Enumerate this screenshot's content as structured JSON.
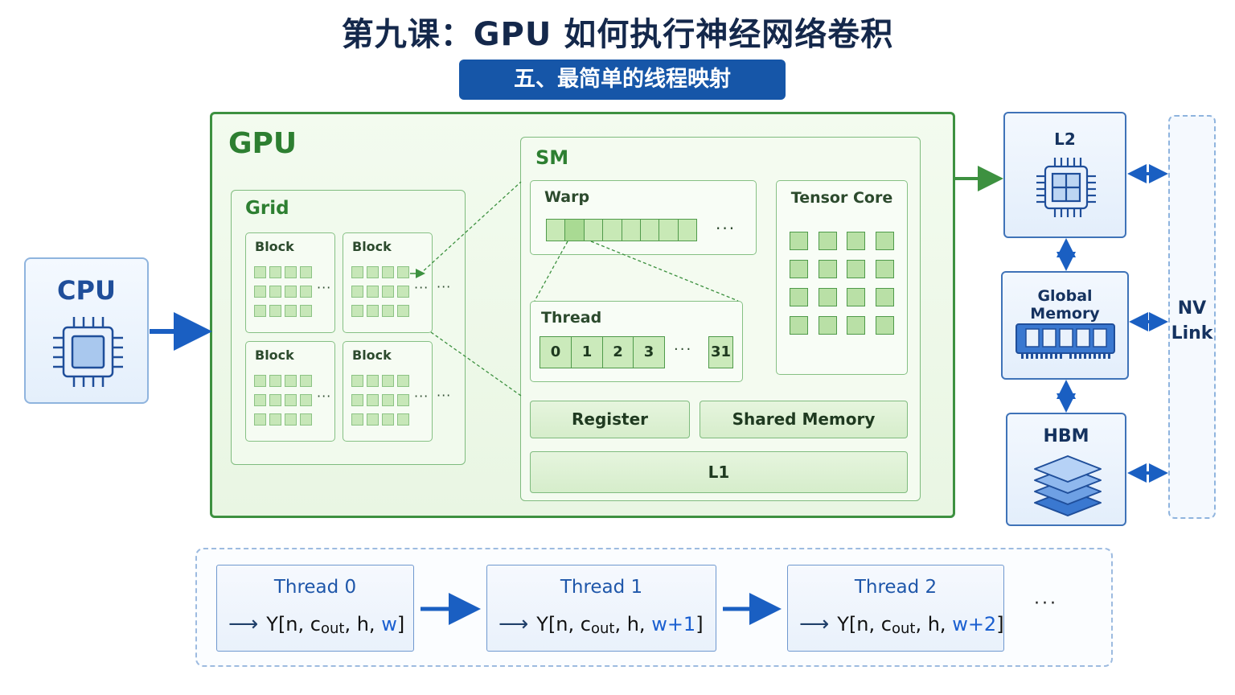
{
  "title": "第九课：GPU 如何执行神经网络卷积",
  "subtitle": "五、最简单的线程映射",
  "cpu": {
    "label": "CPU"
  },
  "gpu": {
    "label": "GPU",
    "grid": {
      "label": "Grid",
      "blocks": [
        "Block",
        "Block",
        "Block",
        "Block"
      ],
      "ellipsis": "···"
    },
    "sm": {
      "label": "SM",
      "warp": {
        "label": "Warp",
        "ellipsis": "···"
      },
      "thread": {
        "label": "Thread",
        "cells": [
          "0",
          "1",
          "2",
          "3"
        ],
        "last_cell": "31",
        "ellipsis": "···"
      },
      "tensor_core": {
        "label": "Tensor Core"
      },
      "register": "Register",
      "shared_memory": "Shared Memory",
      "l1": "L1"
    }
  },
  "memory": {
    "l2": "L2",
    "global_memory": "Global Memory",
    "hbm": "HBM",
    "nvlink_line1": "NV",
    "nvlink_line2": "Link"
  },
  "mapping": {
    "threads": [
      {
        "name": "Thread 0",
        "prefix": "Y[n, c",
        "sub": "out",
        "middle": ", h, ",
        "index": "w",
        "suffix": "]"
      },
      {
        "name": "Thread 1",
        "prefix": "Y[n, c",
        "sub": "out",
        "middle": ", h, ",
        "index": "w+1",
        "suffix": "]"
      },
      {
        "name": "Thread 2",
        "prefix": "Y[n, c",
        "sub": "out",
        "middle": ", h, ",
        "index": "w+2",
        "suffix": "]"
      }
    ],
    "arrow_glyph": "⟶",
    "ellipsis": "···"
  },
  "colors": {
    "gpu_green": "#3d9140",
    "memory_blue": "#3f73b8",
    "arrow_blue": "#1a5fc2",
    "title_navy": "#14284b",
    "subtitle_bg": "#1656a8"
  },
  "icons": {
    "cpu": "cpu-chip-icon",
    "l2": "chip-icon",
    "global_memory": "ram-module-icon",
    "hbm": "stacked-layers-icon"
  }
}
